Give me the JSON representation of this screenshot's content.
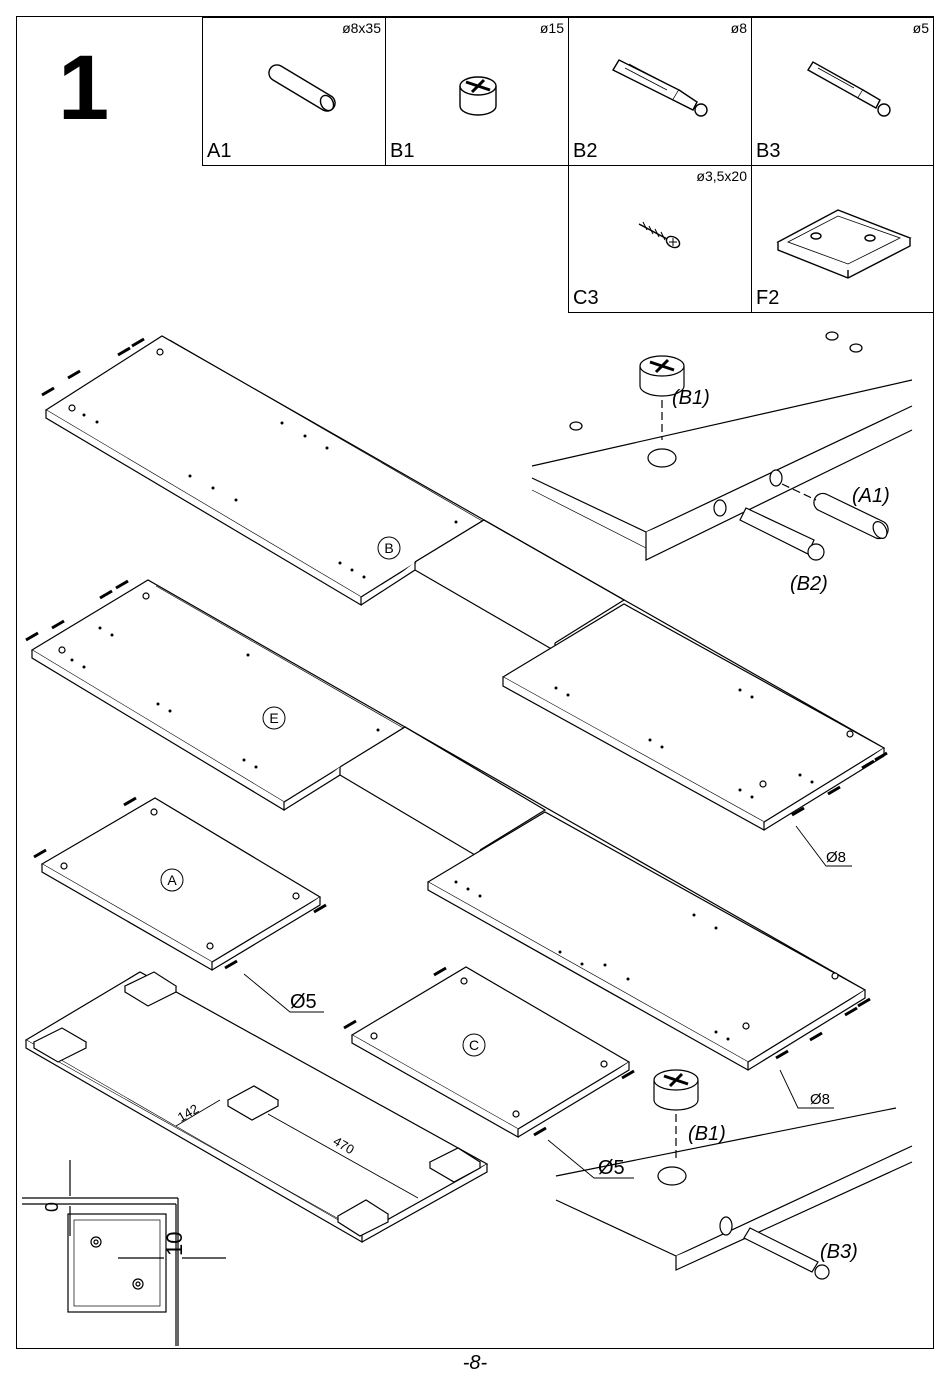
{
  "step": "1",
  "page_number": "-8-",
  "parts": [
    {
      "code": "A1",
      "dim": "ø8x35",
      "icon": "wooden-dowel-icon"
    },
    {
      "code": "B1",
      "dim": "ø15",
      "icon": "cam-lock-icon"
    },
    {
      "code": "B2",
      "dim": "ø8",
      "icon": "cam-bolt-long-icon"
    },
    {
      "code": "B3",
      "dim": "ø5",
      "icon": "cam-bolt-short-icon"
    },
    {
      "code": "C3",
      "dim": "ø3,5x20",
      "icon": "screw-icon"
    },
    {
      "code": "F2",
      "dim": "",
      "icon": "felt-pad-icon"
    }
  ],
  "callouts": {
    "b1_top": "(B1)",
    "a1": "(A1)",
    "b2": "(B2)",
    "b1_bottom": "(B1)",
    "b3": "(B3)"
  },
  "panels": {
    "b": "B",
    "e": "E",
    "a": "A",
    "c": "C"
  },
  "dimensions": {
    "d8_upper": "Ø8",
    "d8_lower": "Ø8",
    "d5_a": "Ø5",
    "d5_c": "Ø5",
    "pad_offset": "142",
    "pad_spacing": "470",
    "detail_top": "0",
    "detail_side": "10"
  }
}
